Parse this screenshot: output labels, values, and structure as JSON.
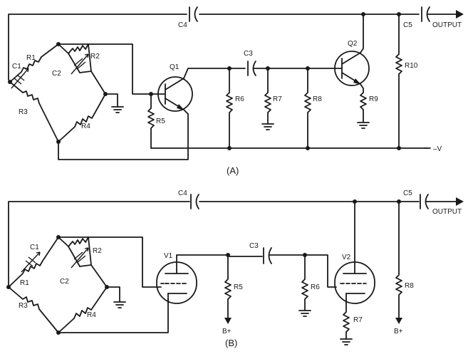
{
  "circuit_a": {
    "caption": "(A)",
    "labels": {
      "c1": "C1",
      "c2": "C2",
      "c3": "C3",
      "c4": "C4",
      "c5": "C5",
      "r1": "R1",
      "r2": "R2",
      "r3": "R3",
      "r4": "R4",
      "r5": "R5",
      "r6": "R6",
      "r7": "R7",
      "r8": "R8",
      "r9": "R9",
      "r10": "R10",
      "q1": "Q1",
      "q2": "Q2",
      "output": "OUTPUT",
      "supply": "–V"
    }
  },
  "circuit_b": {
    "caption": "(B)",
    "labels": {
      "c1": "C1",
      "c2": "C2",
      "c3": "C3",
      "c4": "C4",
      "c5": "C5",
      "r1": "R1",
      "r2": "R2",
      "r3": "R3",
      "r4": "R4",
      "r5": "R5",
      "r6": "R6",
      "r7": "R7",
      "r8": "R8",
      "v1": "V1",
      "v2": "V2",
      "output": "OUTPUT",
      "bplus_1": "B+",
      "bplus_2": "B+"
    }
  }
}
